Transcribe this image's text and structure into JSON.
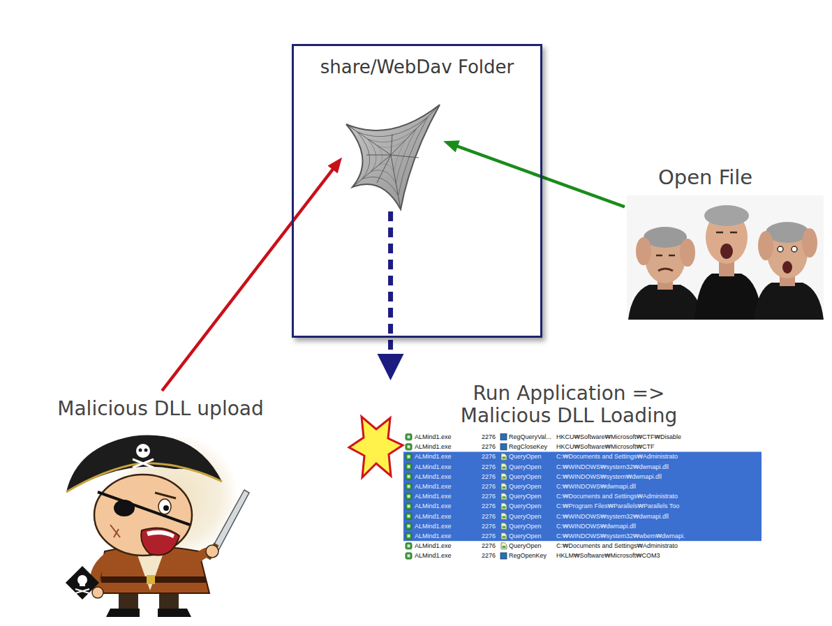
{
  "diagram": {
    "nodes": [
      {
        "text": [
          "share/WebDav Folder"
        ]
      },
      {
        "text": [
          "Open File"
        ]
      },
      {
        "text": [
          "Run Application => Malicious DLL Loading"
        ]
      },
      {
        "text": [
          "Malicious DLL upload"
        ]
      }
    ],
    "edges": [
      {
        "from": 3,
        "to": 0,
        "arrow": "to"
      },
      {
        "from": 1,
        "to": 0,
        "arrow": "to"
      },
      {
        "from": 0,
        "to": 2,
        "arrow": "to"
      }
    ],
    "labels": [
      "ALMind1.exe",
      "2276",
      "RegQueryVal...",
      "HKCU₩Software₩Microsoft₩CTF₩Disable",
      "ALMind1.exe",
      "2276",
      "RegCloseKey",
      "HKCU₩Software₩Microsoft₩CTF",
      "ALMind1.exe",
      "2276",
      "QueryOpen",
      "C:₩Documents and Settings₩Administrato",
      "ALMind1.exe",
      "2276",
      "QueryOpen",
      "C:₩WINDOWS₩system32₩dwmapi.dll",
      "ALMind1.exe",
      "2276",
      "QueryOpen",
      "C:₩WINDOWS₩system₩dwmapi.dll",
      "ALMind1.exe",
      "2276",
      "QueryOpen",
      "C:₩WINDOWS₩dwmapi.dll",
      "ALMind1.exe",
      "2276",
      "QueryOpen",
      "C:₩Documents and Settings₩Administrato",
      "ALMind1.exe",
      "2276",
      "QueryOpen",
      "C:₩Program Files₩Parallels₩Parallels Too",
      "ALMind1.exe",
      "2276",
      "QueryOpen",
      "C:₩WINDOWS₩system32₩dwmapi.dll",
      "ALMind1.exe",
      "2276",
      "QueryOpen",
      "C:₩WINDOWS₩dwmapi.dll",
      "ALMind1.exe",
      "2276",
      "QueryOpen",
      "C:₩WINDOWS₩system32₩wbem₩dwmapi.",
      "ALMind1.exe",
      "2276",
      "QueryOpen",
      "C:₩Documents and Settings₩Administrato",
      "ALMind1.exe",
      "2276",
      "RegOpenKey",
      "HKLM₩Software₩Microsoft₩COM3"
    ]
  }
}
